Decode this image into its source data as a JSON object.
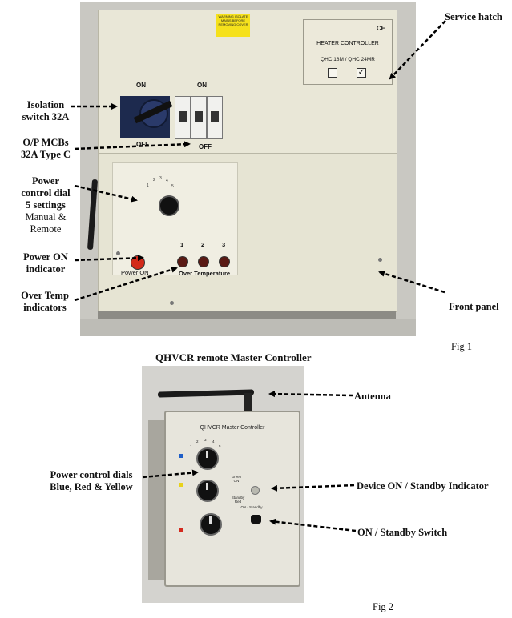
{
  "fig1": {
    "photo": {
      "warning_sticker": "WARNING ISOLATE MAINS BEFORE REMOVING COVER",
      "switch_on_left": "ON",
      "switch_on_right": "ON",
      "switch_off_left": "OFF",
      "switch_off_right": "OFF",
      "hatch_ce": "CE",
      "hatch_title": "HEATER CONTROLLER",
      "hatch_options": "QHC 18M  /  QHC 24MR",
      "hatch_check_mark": "✓",
      "dial_numbers": [
        "1",
        "2",
        "3",
        "4",
        "5"
      ],
      "power_on_text": "Power ON",
      "over_temp_text": "Over Temperature",
      "over_temp_numbers": [
        "1",
        "2",
        "3"
      ]
    },
    "labels": {
      "service_hatch": "Service hatch",
      "isolation_1": "Isolation",
      "isolation_2": "switch 32A",
      "mcb_1": "O/P   MCBs",
      "mcb_2": "32A Type C",
      "dial_1": "Power",
      "dial_2": "control dial",
      "dial_3": "5 settings",
      "dial_4": "Manual &",
      "dial_5": "Remote",
      "power_on_1": "Power ON",
      "power_on_2": "indicator",
      "over_temp_1": "Over Temp",
      "over_temp_2": "indicators",
      "front_panel": "Front panel"
    },
    "caption": "Fig 1"
  },
  "fig2": {
    "title": "QHVCR remote Master Controller",
    "photo": {
      "box_title": "QHVCR  Master Controller",
      "green_on": "Green ON",
      "standby_red": "Standby Red",
      "on_standby": "ON / Standby",
      "knob_numbers": [
        "1",
        "2",
        "3",
        "4",
        "5"
      ]
    },
    "labels": {
      "antenna": "Antenna",
      "dials_1": "Power control dials",
      "dials_2": "Blue, Red & Yellow",
      "device_indicator": "Device ON / Standby Indicator",
      "switch": "ON / Standby Switch"
    },
    "caption": "Fig 2",
    "colors": {
      "blue": "#1f5fc8",
      "yellow": "#e8d21a",
      "red": "#d42a1e"
    }
  }
}
